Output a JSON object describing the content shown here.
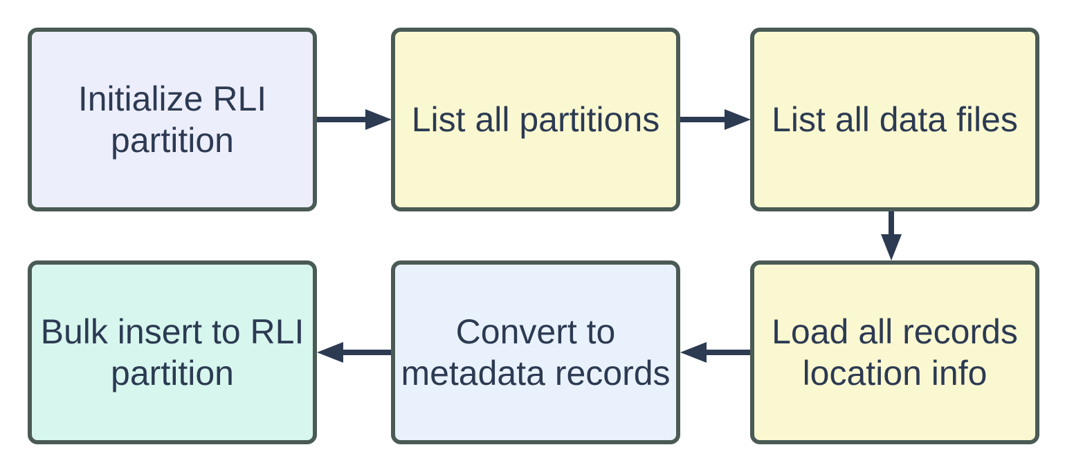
{
  "colors": {
    "background": "#ffffff",
    "node_border": "#4a5a55",
    "node_text": "#2c3a52",
    "arrow": "#2c3a52",
    "fill_lavender": "#edeefb",
    "fill_yellow": "#faf8d1",
    "fill_blue": "#e9f2fc",
    "fill_mint": "#d7f6ee"
  },
  "nodes": [
    {
      "id": "initialize-rli-partition",
      "label": "Initialize RLI partition",
      "fill": "#edeefb"
    },
    {
      "id": "list-all-partitions",
      "label": "List all partitions",
      "fill": "#faf8d1"
    },
    {
      "id": "list-all-data-files",
      "label": "List all data files",
      "fill": "#faf8d1"
    },
    {
      "id": "load-all-records-location-info",
      "label": "Load all records location info",
      "fill": "#faf8d1"
    },
    {
      "id": "convert-to-metadata-records",
      "label": "Convert to metadata records",
      "fill": "#e9f2fc"
    },
    {
      "id": "bulk-insert-to-rli-partition",
      "label": "Bulk insert to RLI partition",
      "fill": "#d7f6ee"
    }
  ],
  "connections": [
    {
      "from": "initialize-rli-partition",
      "to": "list-all-partitions",
      "direction": "right"
    },
    {
      "from": "list-all-partitions",
      "to": "list-all-data-files",
      "direction": "right"
    },
    {
      "from": "list-all-data-files",
      "to": "load-all-records-location-info",
      "direction": "down"
    },
    {
      "from": "load-all-records-location-info",
      "to": "convert-to-metadata-records",
      "direction": "left"
    },
    {
      "from": "convert-to-metadata-records",
      "to": "bulk-insert-to-rli-partition",
      "direction": "left"
    }
  ]
}
